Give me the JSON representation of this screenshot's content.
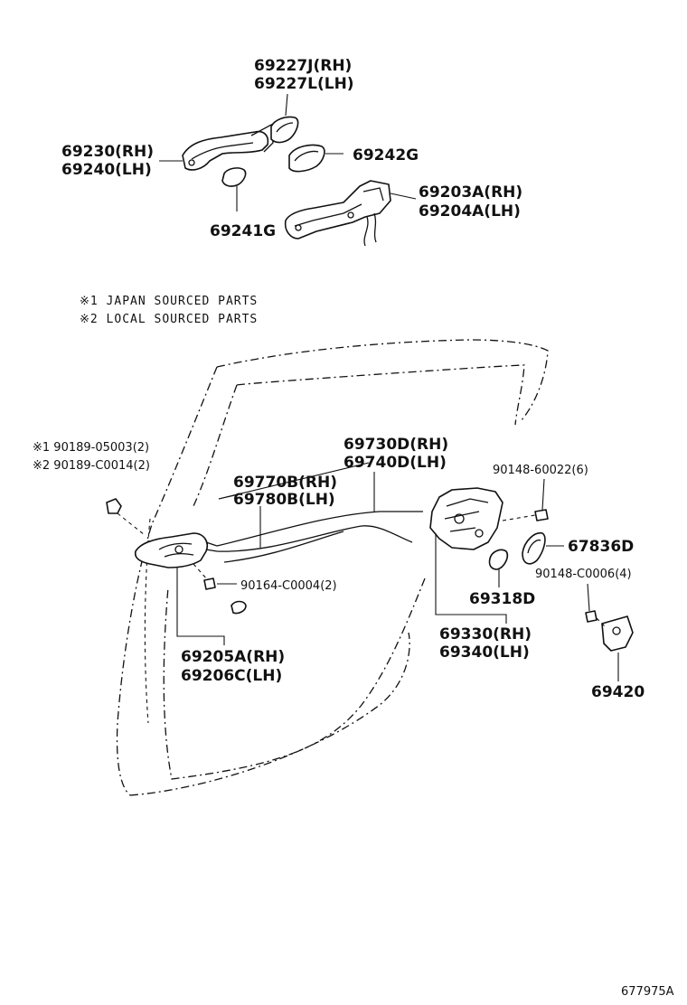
{
  "notes": [
    "※1 JAPAN SOURCED PARTS",
    "※2 LOCAL SOURCED PARTS"
  ],
  "labels": {
    "p69227J": "69227J(RH)",
    "p69227L": "69227L(LH)",
    "p69230": "69230(RH)",
    "p69240": "69240(LH)",
    "p69242G": "69242G",
    "p69203A": "69203A(RH)",
    "p69204A": "69204A(LH)",
    "p69241G": "69241G",
    "p90189_05003": "※1 90189-05003(2)",
    "p90189_C0014": "※2 90189-C0014(2)",
    "p69730D": "69730D(RH)",
    "p69740D": "69740D(LH)",
    "p69770B": "69770B(RH)",
    "p69780B": "69780B(LH)",
    "p90148_60022": "90148-60022(6)",
    "p67836D": "67836D",
    "p90148_C0006": "90148-C0006(4)",
    "p90164_C0004": "90164-C0004(2)",
    "p69318D": "69318D",
    "p69330": "69330(RH)",
    "p69340": "69340(LH)",
    "p69205A": "69205A(RH)",
    "p69206C": "69206C(LH)",
    "p69420": "69420"
  },
  "drawing_id": "677975A"
}
